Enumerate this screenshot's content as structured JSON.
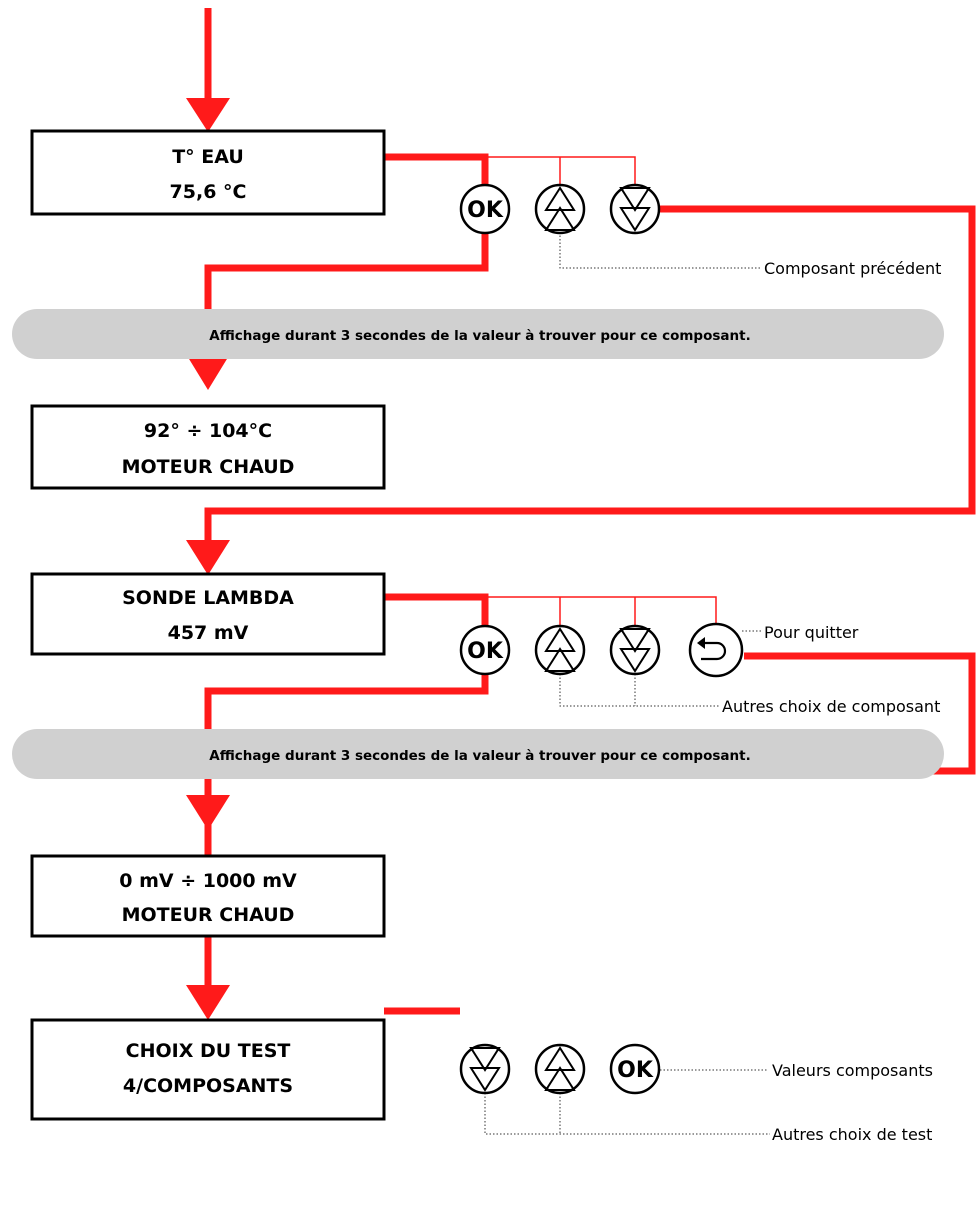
{
  "colors": {
    "line": "#ff1a1a",
    "box_border": "#000000",
    "banner_fill": "#d0d0d0",
    "dotted": "#333333"
  },
  "displays": [
    {
      "line1": "T° EAU",
      "line2": "75,6 °C"
    },
    {
      "line1": "92° ÷ 104°C",
      "line2": "MOTEUR CHAUD"
    },
    {
      "line1": "SONDE LAMBDA",
      "line2": "457 mV"
    },
    {
      "line1": "0 mV ÷ 1000 mV",
      "line2": "MOTEUR CHAUD"
    },
    {
      "line1": "CHOIX DU TEST",
      "line2": "4/COMPOSANTS"
    }
  ],
  "banners": [
    "Affichage durant 3 secondes de la valeur à trouver pour ce composant.",
    "Affichage durant 3 secondes de la valeur à trouver pour ce composant."
  ],
  "buttons": {
    "ok_label": "OK"
  },
  "notes": {
    "previous_component": "Composant précédent",
    "quit": "Pour quitter",
    "other_component": "Autres choix de composant",
    "component_values": "Valeurs composants",
    "other_test": "Autres choix de test"
  }
}
